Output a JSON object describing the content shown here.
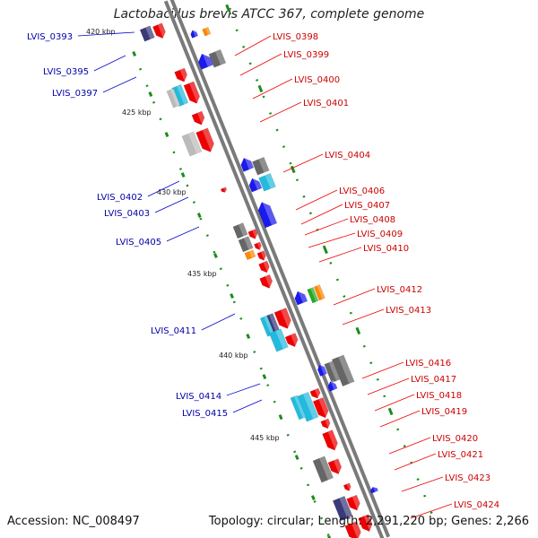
{
  "title": "Lactobacillus brevis ATCC 367, complete genome",
  "accession": "Accession: NC_008497",
  "topology": "Topology: circular; Length: 2,291,220 bp; Genes: 2,266",
  "colors": {
    "backbone": "#7a7a7a",
    "tick": "#1a8c1a",
    "forward_label": "#cc0000",
    "reverse_label": "#0000aa",
    "gene_red": "#ee0000",
    "gene_blue": "#1a1aee",
    "gene_gray": "#666666",
    "gene_silver": "#bbbbbb",
    "gene_navy": "#3a3a7a",
    "gene_cyan": "#22bbdd",
    "gene_orange": "#ff8800",
    "gene_green": "#22aa22"
  },
  "kbp_labels": [
    "420 kbp",
    "425 kbp",
    "430 kbp",
    "435 kbp",
    "440 kbp",
    "445 kbp"
  ],
  "left_labels": [
    "LVIS_0393",
    "LVIS_0395",
    "LVIS_0397",
    "LVIS_0402",
    "LVIS_0403",
    "LVIS_0405",
    "LVIS_0411",
    "LVIS_0414",
    "LVIS_0415"
  ],
  "right_labels": [
    "LVIS_0398",
    "LVIS_0399",
    "LVIS_0400",
    "LVIS_0401",
    "LVIS_0404",
    "LVIS_0406",
    "LVIS_0407",
    "LVIS_0408",
    "LVIS_0409",
    "LVIS_0410",
    "LVIS_0412",
    "LVIS_0413",
    "LVIS_0416",
    "LVIS_0417",
    "LVIS_0418",
    "LVIS_0419",
    "LVIS_0420",
    "LVIS_0421",
    "LVIS_0423",
    "LVIS_0424"
  ]
}
